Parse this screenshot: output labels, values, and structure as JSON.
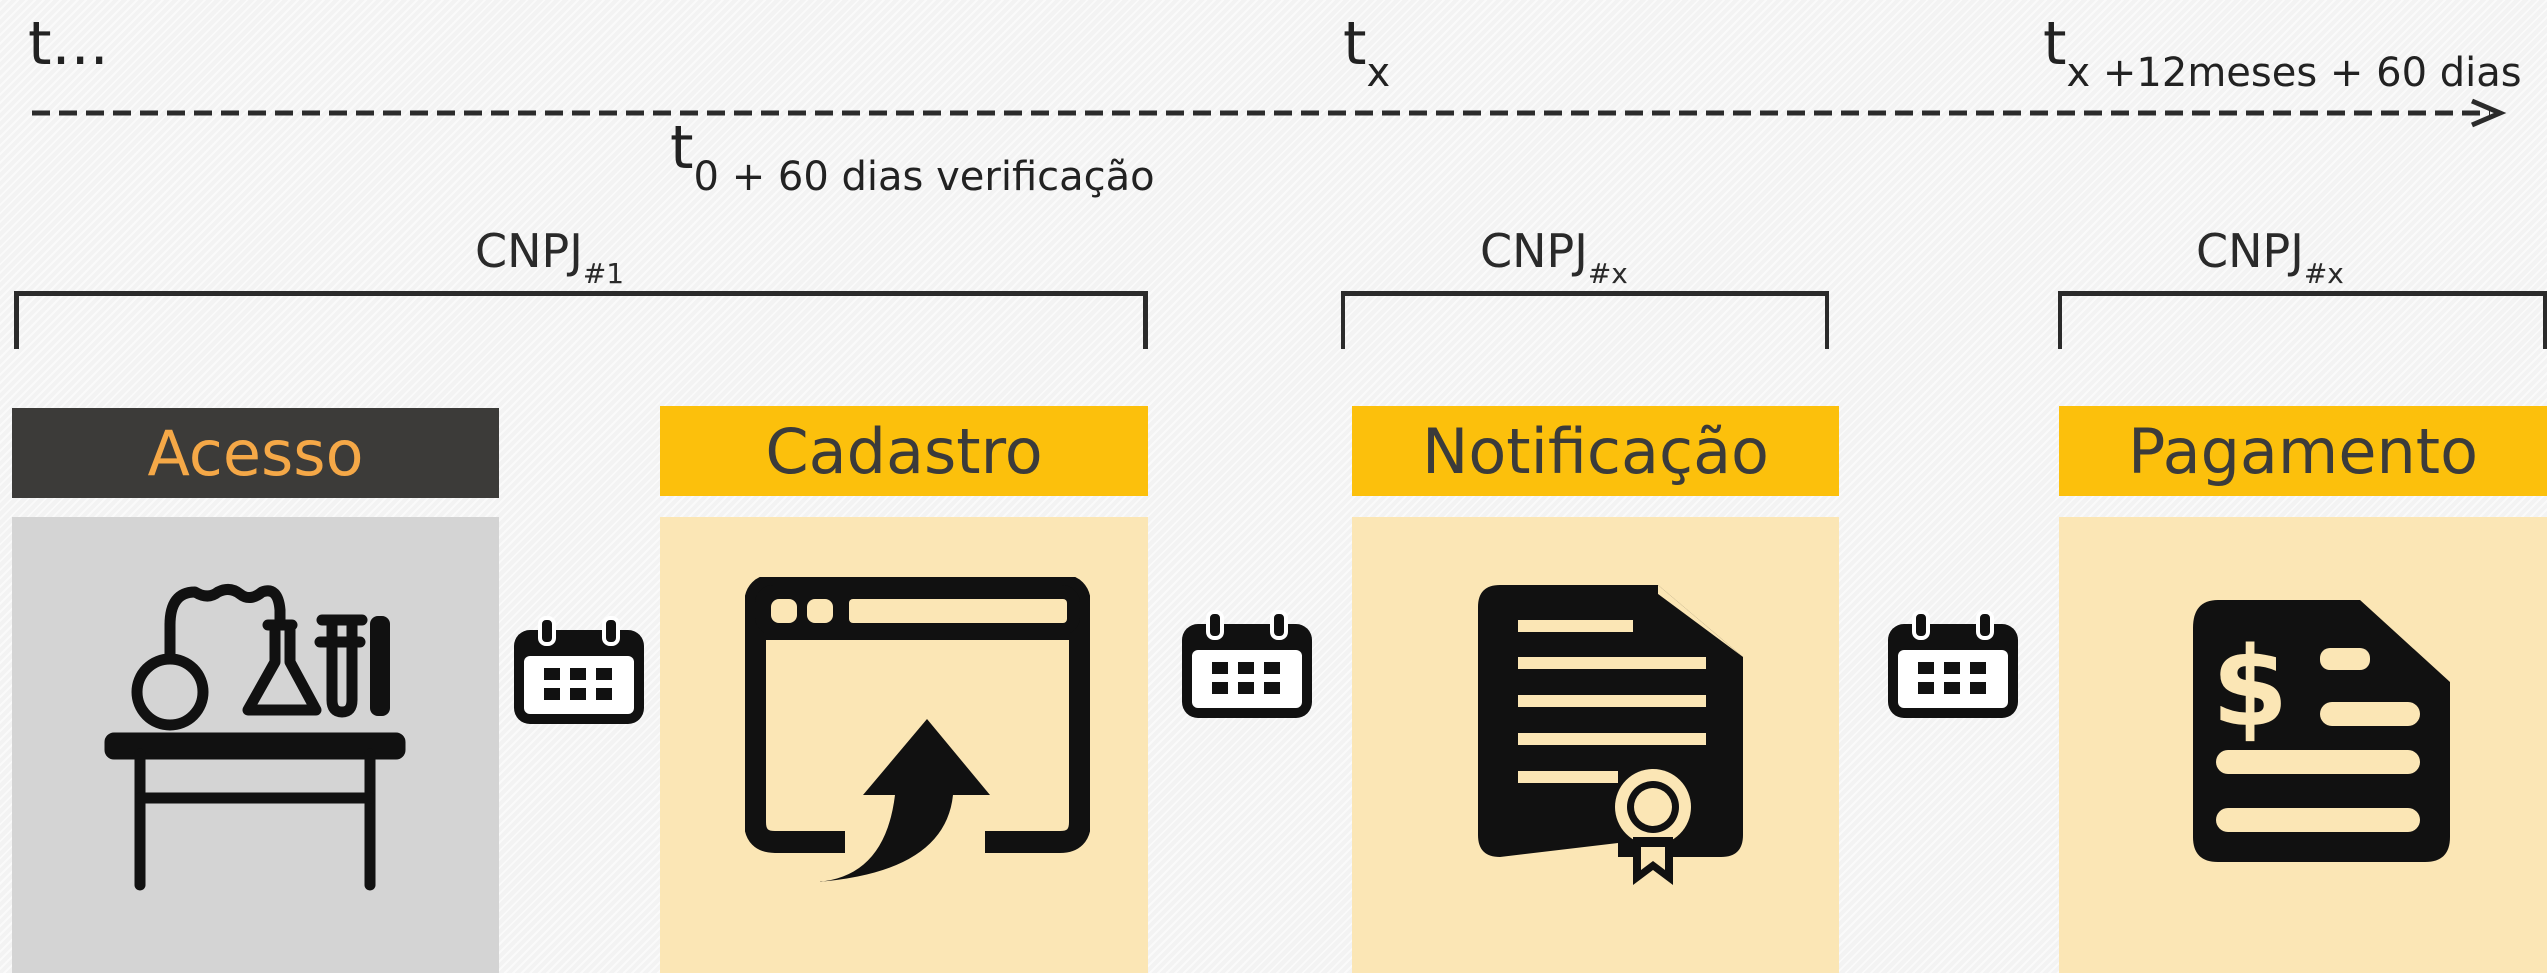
{
  "timeline": {
    "start": {
      "t": "t",
      "rest": "..."
    },
    "mid": {
      "t": "t",
      "sub": "x"
    },
    "end": {
      "t": "t",
      "sub": "x",
      "rest": " +12meses + 60 dias"
    },
    "check": {
      "t": "t",
      "sub": "0",
      "rest": " + 60 dias verificação"
    }
  },
  "groups": [
    {
      "base": "CNPJ",
      "sub": "#1"
    },
    {
      "base": "CNPJ",
      "sub": "#x"
    },
    {
      "base": "CNPJ",
      "sub": "#x"
    }
  ],
  "stages": [
    {
      "label": "Acesso",
      "icon": "laboratory-icon"
    },
    {
      "label": "Cadastro",
      "icon": "browser-upload-icon"
    },
    {
      "label": "Notificação",
      "icon": "certificate-document-icon"
    },
    {
      "label": "Pagamento",
      "icon": "invoice-dollar-icon"
    }
  ],
  "colors": {
    "dark_header": "#3c3b39",
    "dark_header_text": "#f5a847",
    "yellow_header": "#fcc00c",
    "cream_panel": "#fbe6b5",
    "gray_panel": "#d4d4d4"
  }
}
